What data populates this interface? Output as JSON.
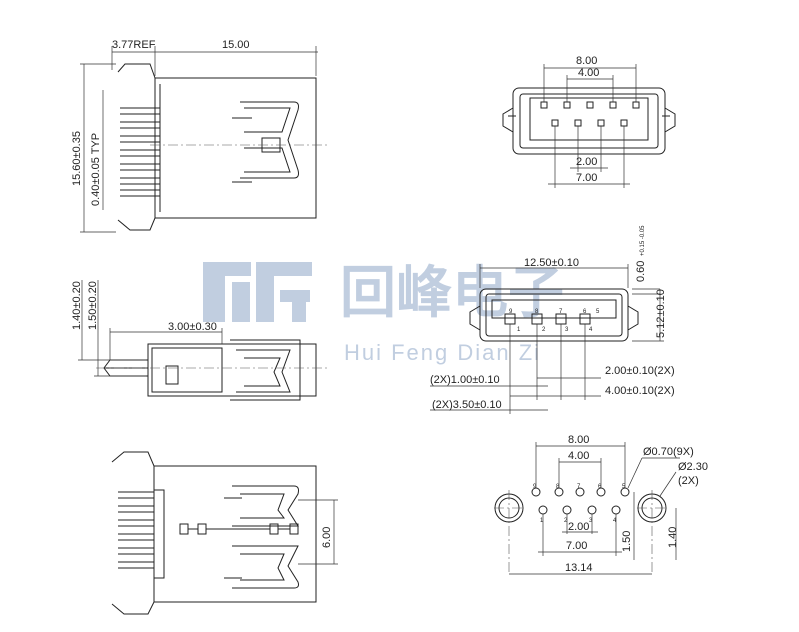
{
  "watermark": {
    "cn": "回峰电子",
    "en": "Hui Feng Dian Zi"
  },
  "top_left_view": {
    "dim_top_a": "3.77REF",
    "dim_top_b": "15.00",
    "dim_vert_a": "15.60±0.35",
    "dim_vert_b": "0.40±0.05  TYP"
  },
  "top_right_view": {
    "dim_8": "8.00",
    "dim_4": "4.00",
    "dim_2": "2.00",
    "dim_7": "7.00"
  },
  "mid_left_view": {
    "dim_v1": "1.40±0.20",
    "dim_v2": "1.50±0.20",
    "dim_h": "3.00±0.30"
  },
  "mid_right_view": {
    "dim_width": "12.50±0.10",
    "dim_r1": "0.60",
    "dim_r1_tol": "+0.15 -0.05",
    "dim_r2": "5.12±0.10",
    "pin_labels_top": [
      "9",
      "8",
      "7",
      "6",
      "5"
    ],
    "pin_labels_bottom": [
      "1",
      "2",
      "3",
      "4"
    ],
    "dim_a": "2.00±0.10(2X)",
    "dim_b": "4.00±0.10(2X)",
    "dim_c": "(2X)1.00±0.10",
    "dim_d": "(2X)3.50±0.10"
  },
  "bottom_left_view": {
    "dim_6": "6.00"
  },
  "bottom_right_view": {
    "dim_8": "8.00",
    "dim_4": "4.00",
    "dim_2": "2.00",
    "dim_7": "7.00",
    "dim_13": "13.14",
    "dim_150": "1.50",
    "dim_140": "1.40",
    "hole_small": "Ø0.70(9X)",
    "hole_big": "Ø2.30",
    "hole_big_qty": "(2X)",
    "pin_labels_top": [
      "9",
      "8",
      "7",
      "6",
      "5"
    ],
    "pin_labels_bottom": [
      "1",
      "2",
      "3",
      "4"
    ]
  }
}
